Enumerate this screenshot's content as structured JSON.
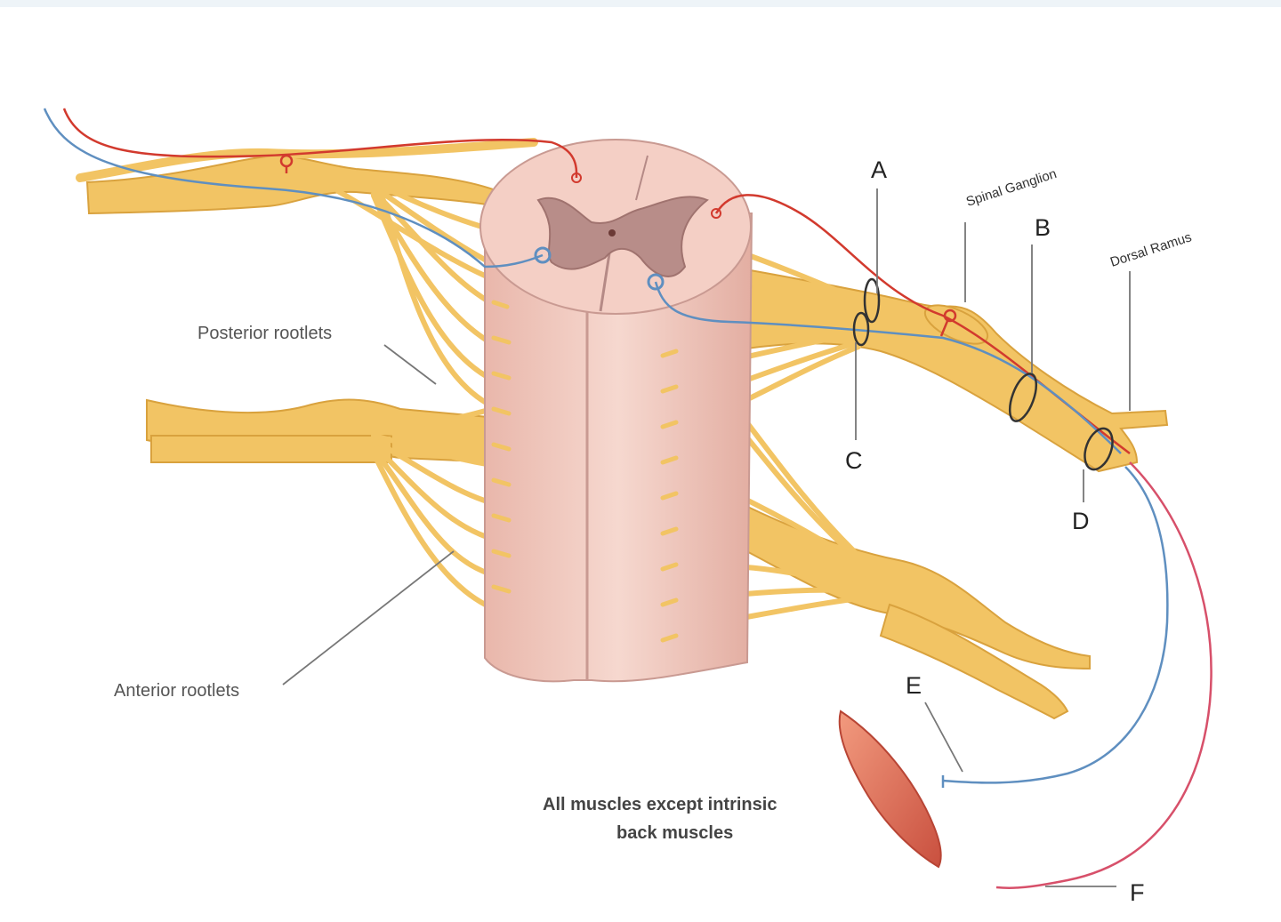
{
  "labels": {
    "posterior_rootlets": "Posterior rootlets",
    "anterior_rootlets": "Anterior rootlets",
    "spinal_ganglion": "Spinal Ganglion",
    "dorsal_ramus": "Dorsal Ramus",
    "A": "A",
    "B": "B",
    "C": "C",
    "D": "D",
    "E": "E",
    "F": "F",
    "muscle_caption_line1": "All muscles except intrinsic",
    "muscle_caption_line2": "back muscles"
  },
  "colors": {
    "nerve": "#f2c464",
    "nerve_edge": "#d9a23e",
    "cord": "#efc4ba",
    "cord_edge": "#c99a92",
    "gray_matter": "#b58a86",
    "sensory_fiber": "#d23a2e",
    "motor_fiber": "#5f8fc0",
    "efferent_fiber": "#d7506a",
    "muscle": "#e0705a"
  }
}
